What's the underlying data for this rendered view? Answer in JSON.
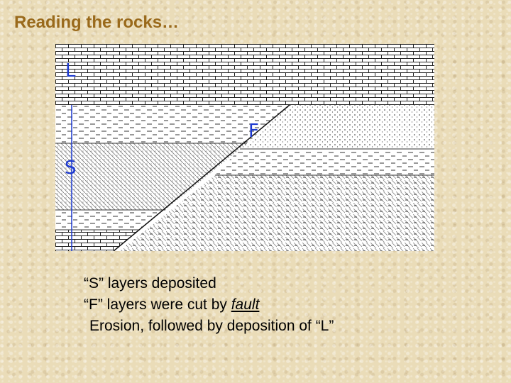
{
  "title": "Reading the rocks…",
  "labels": {
    "L": "L",
    "F": "F",
    "S": "S"
  },
  "caption": {
    "line1": "“S” layers deposited",
    "line2_prefix": "“F” layers were cut by ",
    "line2_fault": "fault",
    "line3": "Erosion, followed by deposition of “L”"
  },
  "colors": {
    "title": "#9a6a1c",
    "label": "#1c39d0",
    "diagram_bg": "#ffffff"
  }
}
